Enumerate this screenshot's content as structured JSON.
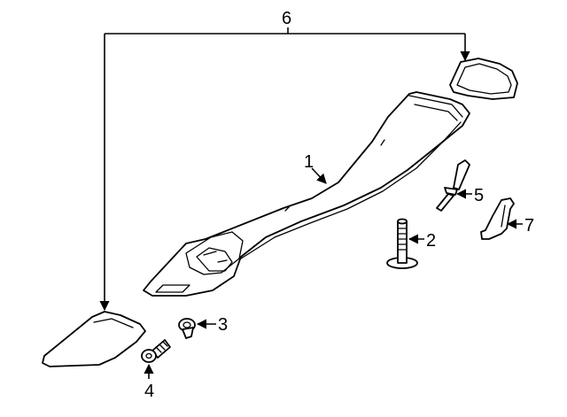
{
  "diagram": {
    "callouts": {
      "c1": "1",
      "c2": "2",
      "c3": "3",
      "c4": "4",
      "c5": "5",
      "c6": "6",
      "c7": "7"
    },
    "colors": {
      "line": "#000000",
      "background": "#ffffff"
    }
  }
}
